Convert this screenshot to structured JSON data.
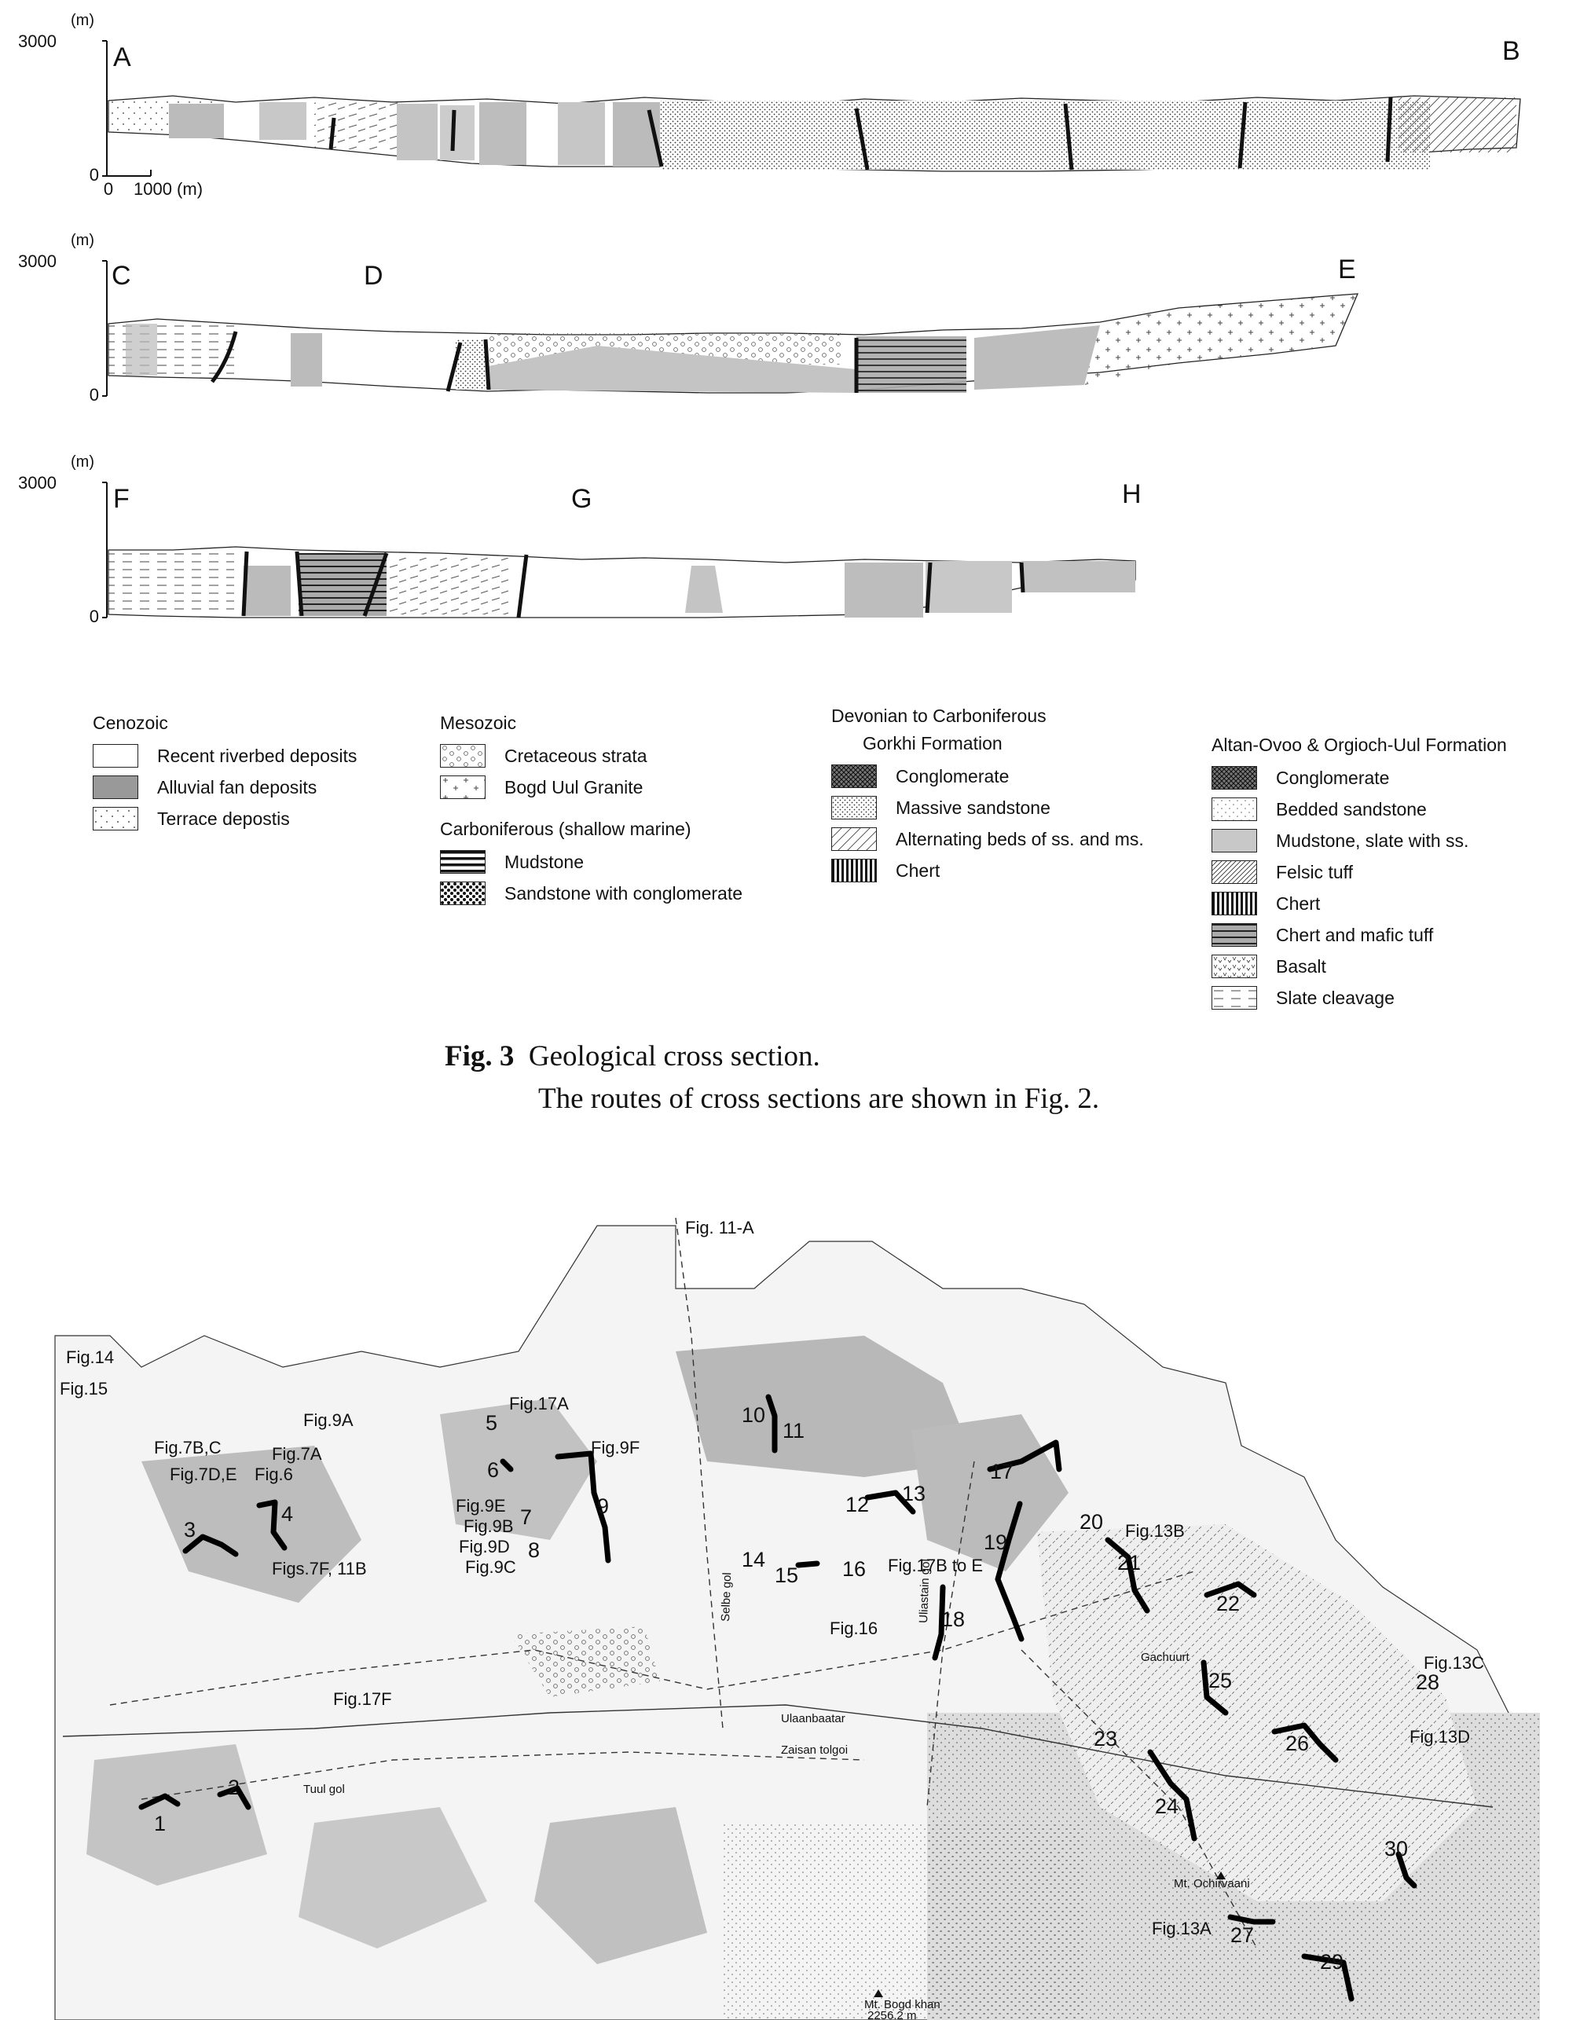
{
  "figure": {
    "sections": [
      {
        "left": "A",
        "right": "B",
        "mid": "",
        "unit": "(m)",
        "ymax": "3000",
        "ymin": "0"
      },
      {
        "left": "C",
        "right": "E",
        "mid": "D",
        "unit": "(m)",
        "ymax": "3000",
        "ymin": "0"
      },
      {
        "left": "F",
        "right": "H",
        "mid": "G",
        "unit": "(m)",
        "ymax": "3000",
        "ymin": "0"
      }
    ],
    "scale": {
      "zero": "0",
      "length": "1000 (m)"
    }
  },
  "legend": {
    "cenozoic": {
      "title": "Cenozoic",
      "items": [
        {
          "label": "Recent riverbed deposits",
          "pattern": "blank"
        },
        {
          "label": "Alluvial fan deposits",
          "pattern": "gray"
        },
        {
          "label": "Terrace depostis",
          "pattern": "dots"
        }
      ]
    },
    "mesozoic": {
      "title": "Mesozoic",
      "items": [
        {
          "label": "Cretaceous strata",
          "pattern": "circles"
        },
        {
          "label": "Bogd Uul Granite",
          "pattern": "crosses"
        }
      ]
    },
    "carboniferous": {
      "title": "Carboniferous (shallow marine)",
      "items": [
        {
          "label": "Mudstone",
          "pattern": "hlines"
        },
        {
          "label": "Sandstone with conglomerate",
          "pattern": "checker"
        }
      ]
    },
    "devonian": {
      "title": "Devonian to Carboniferous",
      "subtitle": "Gorkhi Formation",
      "items": [
        {
          "label": "Conglomerate",
          "pattern": "crosshatch"
        },
        {
          "label": "Massive sandstone",
          "pattern": "dense-dots"
        },
        {
          "label": "Alternating beds of ss. and ms.",
          "pattern": "diag"
        },
        {
          "label": "Chert",
          "pattern": "vlines"
        }
      ]
    },
    "altan": {
      "title": "Altan-Ovoo & Orgioch-Uul Formation",
      "items": [
        {
          "label": "Conglomerate",
          "pattern": "crosshatch"
        },
        {
          "label": "Bedded sandstone",
          "pattern": "fine-dots"
        },
        {
          "label": "Mudstone, slate with ss.",
          "pattern": "gray-light"
        },
        {
          "label": "Felsic tuff",
          "pattern": "diag-dense"
        },
        {
          "label": "Chert",
          "pattern": "vlines"
        },
        {
          "label": "Chert and mafic tuff",
          "pattern": "hlines-gray"
        },
        {
          "label": "Basalt",
          "pattern": "v-marks"
        },
        {
          "label": "Slate cleavage",
          "pattern": "dashes"
        }
      ]
    }
  },
  "caption": {
    "label": "Fig. 3",
    "text": "Geological cross section.",
    "line2": "The routes of cross sections are shown in Fig. 2."
  },
  "map": {
    "fig_labels": {
      "fig11a": "Fig. 11-A",
      "fig14": "Fig.14",
      "fig15": "Fig.15",
      "fig9a": "Fig.9A",
      "fig17a": "Fig.17A",
      "fig9f": "Fig.9F",
      "fig7bc": "Fig.7B,C",
      "fig7a": "Fig.7A",
      "fig7de": "Fig.7D,E",
      "fig6": "Fig.6",
      "fig9e": "Fig.9E",
      "fig9b": "Fig.9B",
      "fig9d": "Fig.9D",
      "fig9c": "Fig.9C",
      "figs7f": "Figs.7F, 11B",
      "fig13b": "Fig.13B",
      "fig17b": "Fig.17B to E",
      "fig16": "Fig.16",
      "fig17f": "Fig.17F",
      "fig13c": "Fig.13C",
      "fig13d": "Fig.13D",
      "fig13a": "Fig.13A"
    },
    "numbers": [
      "1",
      "2",
      "3",
      "4",
      "5",
      "6",
      "7",
      "8",
      "9",
      "10",
      "11",
      "12",
      "13",
      "14",
      "15",
      "16",
      "17",
      "18",
      "19",
      "20",
      "21",
      "22",
      "23",
      "24",
      "25",
      "26",
      "27",
      "28",
      "29",
      "30"
    ],
    "places": {
      "ulaanbaatar": "Ulaanbaatar",
      "zaisan": "Zaisan tolgoi",
      "tuul": "Tuul gol",
      "gachuurt": "Gachuurt",
      "ochirvaani": "Mt. Ochirvaani",
      "bogd": "Mt. Bogd khan",
      "bogd_elev": "2256.2 m",
      "selbe": "Selbe gol",
      "uliastai": "Uliastain gol"
    }
  }
}
